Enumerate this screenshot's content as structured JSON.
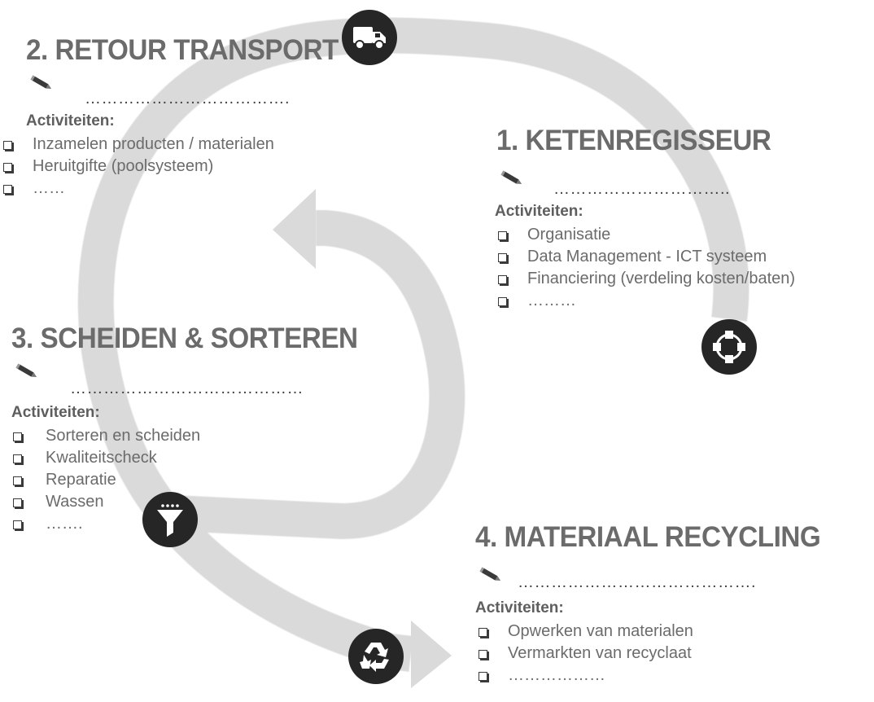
{
  "stages": {
    "retour_transport": {
      "title": "2. RETOUR TRANSPORT",
      "owner_dots": "……………………………….",
      "activities_label": "Activiteiten:",
      "items": [
        "Inzamelen producten / materialen",
        "Heruitgifte (poolsysteem)",
        "……"
      ]
    },
    "ketenregisseur": {
      "title": "1. KETENREGISSEUR",
      "owner_dots": "…………………………..",
      "activities_label": "Activiteiten:",
      "items": [
        "Organisatie",
        "Data Management  - ICT systeem",
        "Financiering (verdeling kosten/baten)",
        "………"
      ]
    },
    "scheiden_sorteren": {
      "title": "3. SCHEIDEN & SORTEREN",
      "owner_dots": "……………………………………",
      "activities_label": "Activiteiten:",
      "items": [
        "Sorteren en scheiden",
        "Kwaliteitscheck",
        "Reparatie",
        "Wassen",
        "……."
      ]
    },
    "materiaal_recycling": {
      "title": "4. MATERIAAL RECYCLING",
      "owner_dots": "…………………………………….",
      "activities_label": "Activiteiten:",
      "items": [
        "Opwerken van materialen",
        "Vermarkten van recyclaat",
        "………………"
      ]
    }
  },
  "icons": {
    "transport": "truck-icon",
    "ketenregisseur": "network-circle-icon",
    "sorting": "funnel-icon",
    "recycling": "recycle-icon",
    "owner": "pencil-icon"
  },
  "colors": {
    "arrow": "#dadada",
    "badge": "#262626",
    "text": "#6b6b6b"
  }
}
